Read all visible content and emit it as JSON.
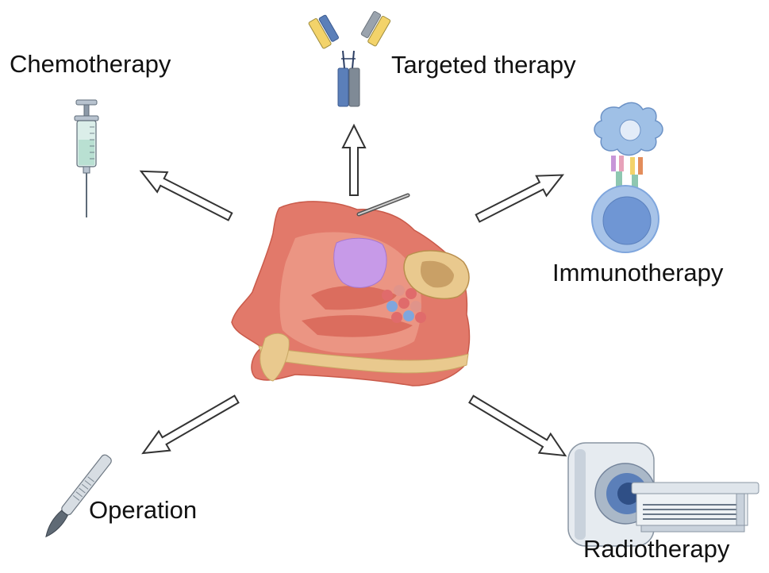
{
  "diagram": {
    "center": {
      "name": "Nasal cavity sagittal section with tumor"
    },
    "therapies": [
      {
        "id": "chemotherapy",
        "label": "Chemotherapy",
        "icon": "syringe-icon"
      },
      {
        "id": "targeted",
        "label": "Targeted therapy",
        "icon": "antibody-icon"
      },
      {
        "id": "immunotherapy",
        "label": "Immunotherapy",
        "icon": "immune-cell-icon"
      },
      {
        "id": "operation",
        "label": "Operation",
        "icon": "scalpel-icon"
      },
      {
        "id": "radiotherapy",
        "label": "Radiotherapy",
        "icon": "radiotherapy-machine-icon"
      }
    ],
    "colors": {
      "tissue": "#e2796a",
      "tissue_light": "#f0a593",
      "bone": "#e9c98e",
      "tumor": "#c79ae8",
      "cell_blue": "#7fa6dd",
      "antibody_yellow": "#f3d36a",
      "antibody_blue": "#5b7fb9",
      "antibody_gray": "#9aa3ad",
      "arrow_stroke": "#333333"
    }
  }
}
